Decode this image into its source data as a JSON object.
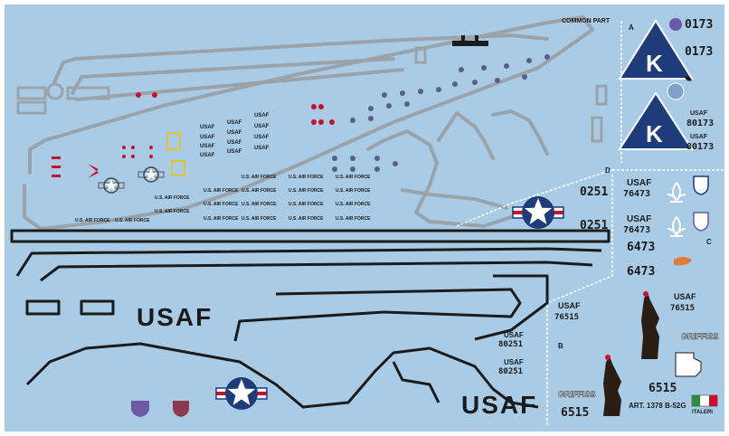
{
  "sheet": {
    "common_part": "COMMON PART",
    "section_letters": {
      "a": "A",
      "b": "B",
      "c": "C",
      "d": "D"
    },
    "usaf_large": "USAF",
    "usaf_medium": "USAF",
    "us_air_force": "U.S. AIR FORCE",
    "tail_letter": "K",
    "art_label": "ART. 1378 B-52G",
    "brand": "ITALERI",
    "griffiss": "GRIFFISS"
  },
  "serials": {
    "s0173": "0173",
    "s80173": "80173",
    "s76473": "76473",
    "s6473": "6473",
    "s76515": "76515",
    "s6515": "6515",
    "s80251": "80251",
    "s0251": "0251"
  },
  "colors": {
    "sheet_blue": "#a9cbe6",
    "line_gray": "#9aa3aa",
    "ink": "#1b1b1b",
    "insignia_blue": "#1e3b7a",
    "insignia_red": "#c8102e",
    "dash_white": "#ffffff"
  },
  "icons": [
    "star-and-bar-insignia",
    "statue-of-liberty-silhouette",
    "tail-triangle-k",
    "fleur-de-lis",
    "unit-shield",
    "louisiana-state-outline"
  ]
}
